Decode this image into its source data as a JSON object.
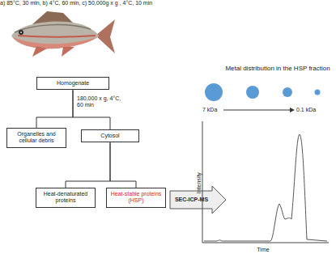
{
  "diagram": {
    "nodes": [
      {
        "text": [
          "Homogenate"
        ]
      },
      {
        "text": [
          "Organelles and cellular debris"
        ]
      },
      {
        "text": [
          "Cytosol"
        ]
      },
      {
        "text": [
          "Heat-denaturated proteins"
        ]
      },
      {
        "text": [
          "Heat-stable proteins (HSP)"
        ]
      }
    ],
    "edges": [
      {
        "from": 0,
        "to": 1,
        "arrow": "none"
      },
      {
        "from": 0,
        "to": 2,
        "label": "180,000 x g, 4°C, 60 min",
        "arrow": "none"
      },
      {
        "from": 2,
        "to": 3,
        "arrow": "none"
      },
      {
        "from": 2,
        "to": 4,
        "label": "a) 85°C, 30 min, b) 4°C, 60 min, c) 50,000g x g , 4°C, 10 min",
        "arrow": "none"
      }
    ],
    "labels": [
      "SEC-ICP-MS",
      "Metal distribution in the HSP fraction",
      "7 kDa",
      "0.1 kDa",
      "Intensity",
      "Time"
    ]
  }
}
